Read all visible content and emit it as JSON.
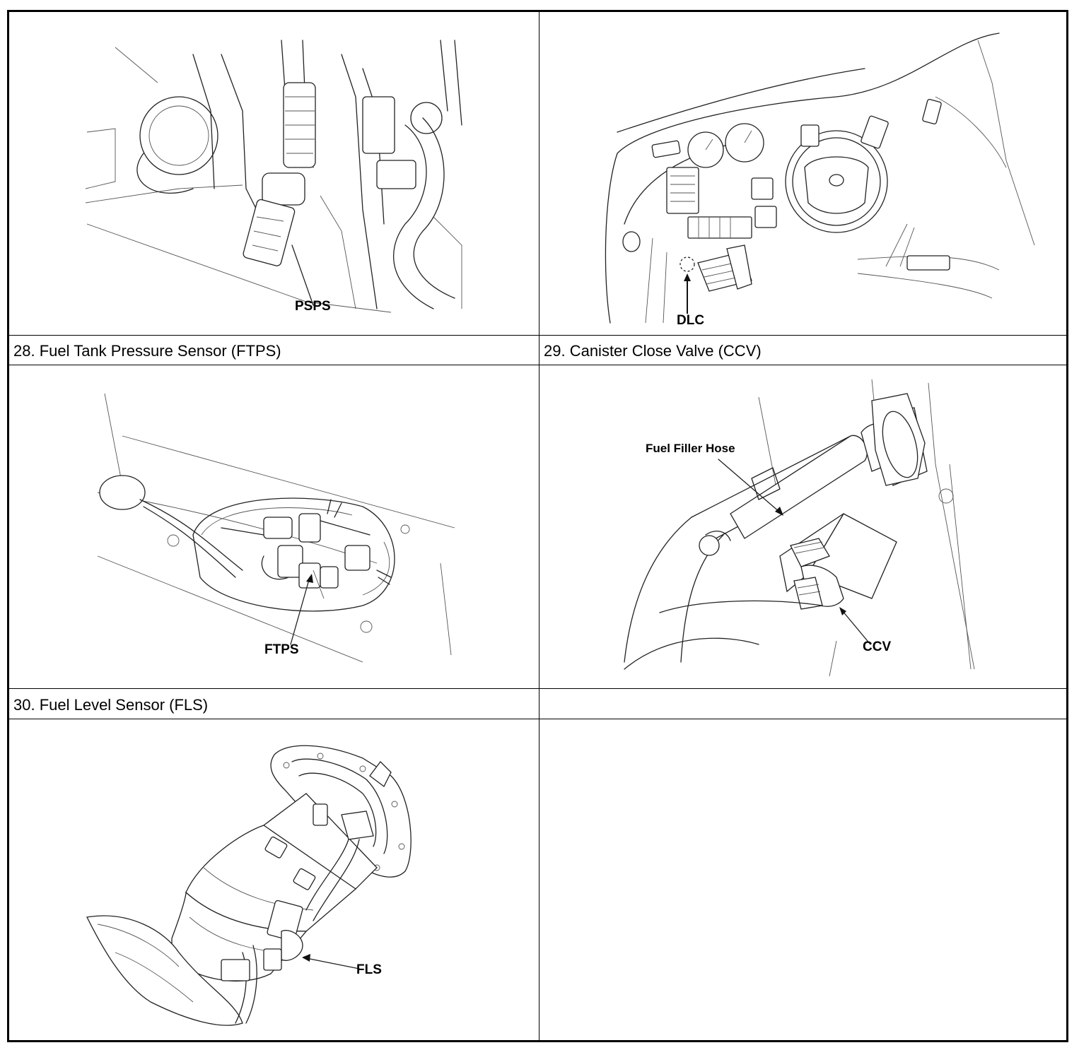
{
  "row1": {
    "left_label": "PSPS",
    "right_label": "DLC"
  },
  "row2": {
    "left_caption": "28. Fuel Tank Pressure Sensor (FTPS)",
    "right_caption": "29. Canister Close Valve (CCV)",
    "left_label": "FTPS",
    "right_labels": {
      "hose": "Fuel Filler Hose",
      "valve": "CCV"
    }
  },
  "row3": {
    "left_caption": "30. Fuel Level Sensor (FLS)",
    "right_caption": "",
    "left_label": "FLS"
  }
}
